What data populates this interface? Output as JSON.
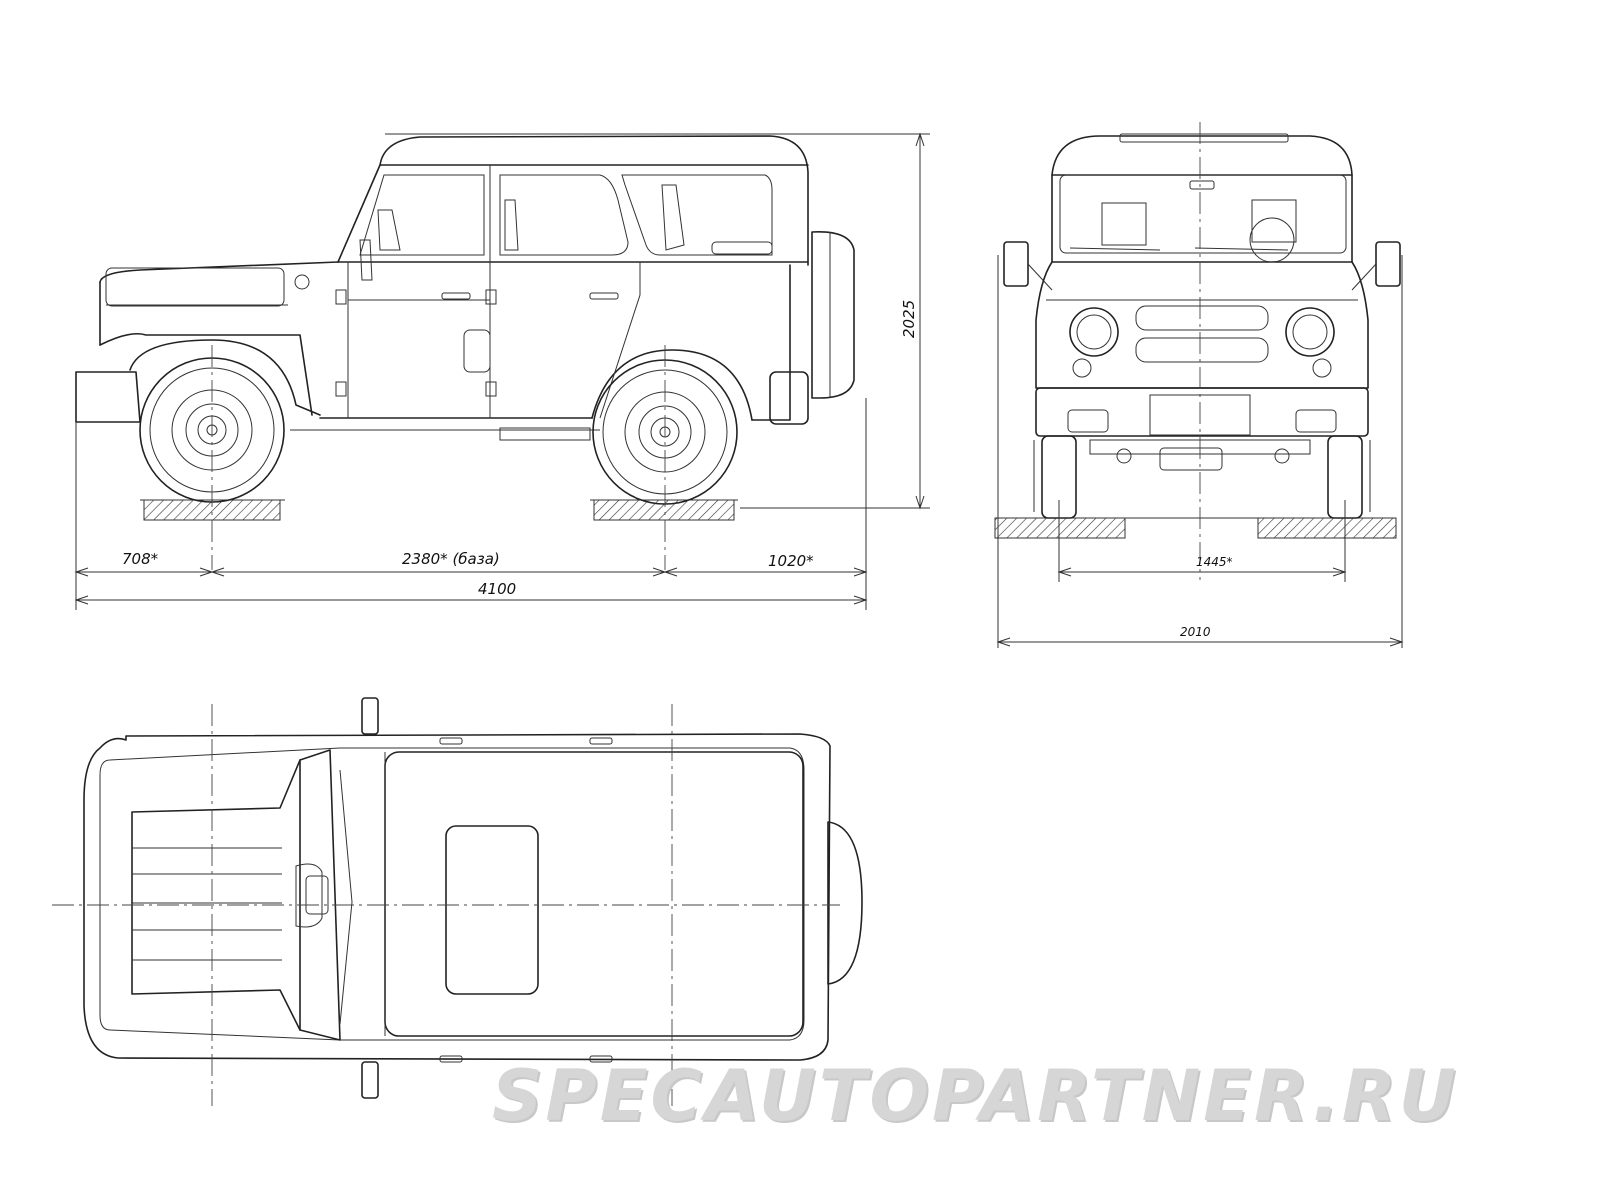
{
  "dimensions": {
    "front_overhang": "708*",
    "wheelbase": "2380* (база)",
    "rear_overhang": "1020*",
    "overall_length": "4100",
    "height": "2025",
    "track": "1445*",
    "overall_width": "2010"
  },
  "watermark": "SPECAUTOPARTNER.RU",
  "colors": {
    "line": "#222222",
    "hatch": "#333333",
    "watermark": "#d6d6d6"
  }
}
